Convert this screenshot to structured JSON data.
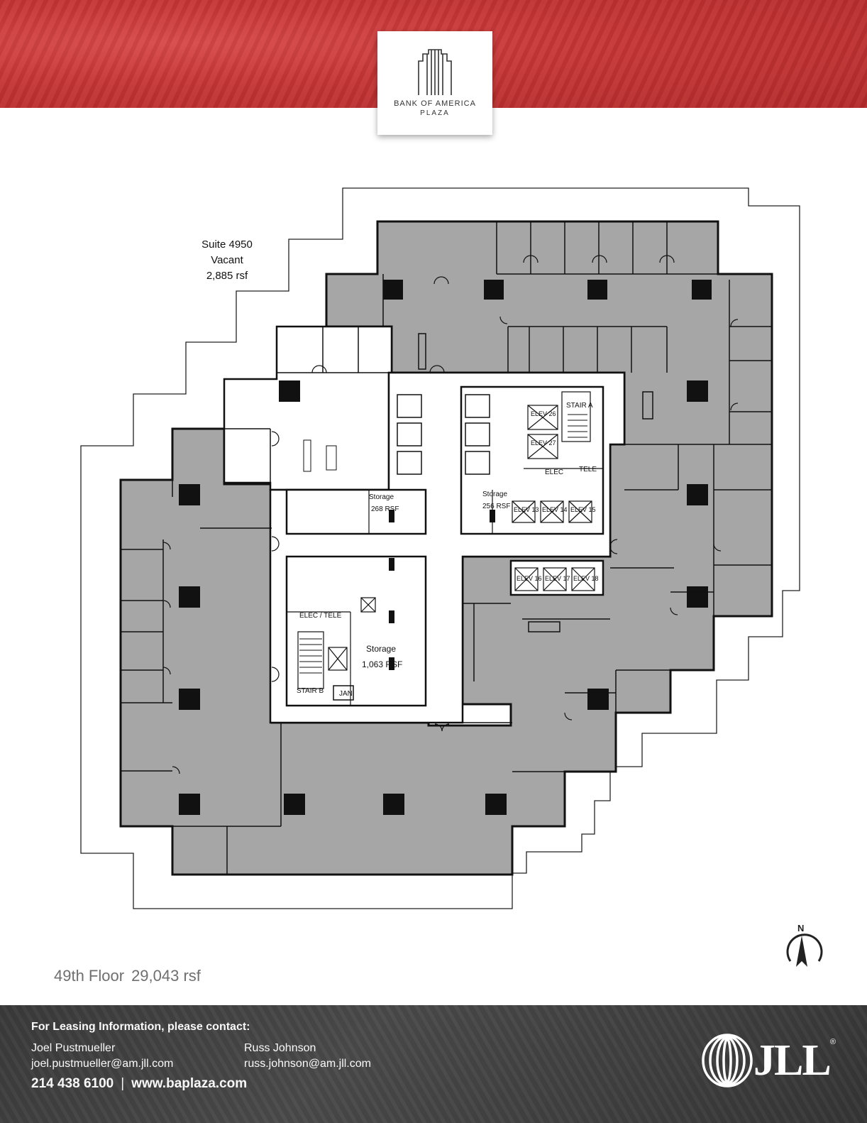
{
  "header": {
    "logo": {
      "line1": "BANK OF AMERICA",
      "line2": "PLAZA",
      "icon": "tower-icon"
    },
    "banner_color": "#c73636"
  },
  "plan": {
    "suite": {
      "name": "Suite 4950",
      "status": "Vacant",
      "area": "2,885 rsf"
    },
    "rooms": {
      "storage_268_label": "Storage",
      "storage_268_area": "268 RSF",
      "storage_256_label": "Storage",
      "storage_256_area": "256 RSF",
      "storage_1063_label": "Storage",
      "storage_1063_area": "1,063 RSF",
      "elec_tele": "ELEC / TELE",
      "elec": "ELEC",
      "tele": "TELE",
      "stair_a": "STAIR A",
      "stair_b": "STAIR B",
      "jan": "JAN",
      "elev_26": "ELEV 26",
      "elev_27": "ELEV 27",
      "elev_13": "ELEV 13",
      "elev_14": "ELEV 14",
      "elev_15": "ELEV 15",
      "elev_16": "ELEV 16",
      "elev_17": "ELEV 17",
      "elev_18": "ELEV 18"
    },
    "fill_color": "#a6a6a6",
    "compass_label": "N"
  },
  "floor": {
    "name": "49th Floor",
    "area": "29,043 rsf"
  },
  "footer": {
    "heading": "For Leasing Information, please contact:",
    "contact1": {
      "name": "Joel Pustmueller",
      "email": "joel.pustmueller@am.jll.com"
    },
    "contact2": {
      "name": "Russ Johnson",
      "email": "russ.johnson@am.jll.com"
    },
    "phone": "214 438 6100",
    "separator": "|",
    "website": "www.baplaza.com",
    "brand": {
      "name": "JLL",
      "mark": "®"
    }
  }
}
